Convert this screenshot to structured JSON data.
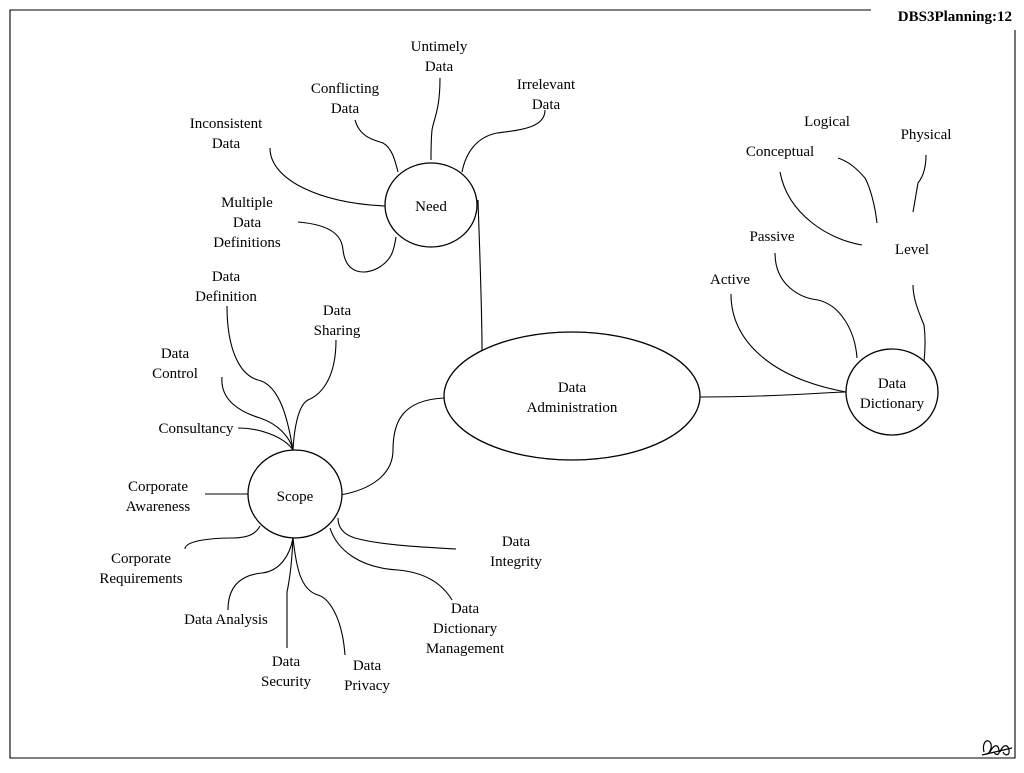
{
  "header": {
    "slide_id": "DBS3Planning:12"
  },
  "nodes": {
    "data_administration": [
      "Data",
      "Administration"
    ],
    "need": [
      "Need"
    ],
    "scope": [
      "Scope"
    ],
    "data_dictionary": [
      "Data",
      "Dictionary"
    ]
  },
  "need_branches": {
    "untimely_data": [
      "Untimely",
      "Data"
    ],
    "irrelevant_data": [
      "Irrelevant",
      "Data"
    ],
    "conflicting_data": [
      "Conflicting",
      "Data"
    ],
    "inconsistent_data": [
      "Inconsistent",
      "Data"
    ],
    "multiple_data_definitions": [
      "Multiple",
      "Data",
      "Definitions"
    ]
  },
  "scope_branches": {
    "data_definition": [
      "Data",
      "Definition"
    ],
    "data_sharing": [
      "Data",
      "Sharing"
    ],
    "data_control": [
      "Data",
      "Control"
    ],
    "consultancy": [
      "Consultancy"
    ],
    "corporate_awareness": [
      "Corporate",
      "Awareness"
    ],
    "corporate_requirements": [
      "Corporate",
      "Requirements"
    ],
    "data_analysis": [
      "Data Analysis"
    ],
    "data_security": [
      "Data",
      "Security"
    ],
    "data_privacy": [
      "Data",
      "Privacy"
    ],
    "data_dictionary_management": [
      "Data",
      "Dictionary",
      "Management"
    ],
    "data_integrity": [
      "Data",
      "Integrity"
    ]
  },
  "dictionary_branches": {
    "active": [
      "Active"
    ],
    "passive": [
      "Passive"
    ],
    "level": [
      "Level"
    ]
  },
  "level_branches": {
    "conceptual": [
      "Conceptual"
    ],
    "logical": [
      "Logical"
    ],
    "physical": [
      "Physical"
    ]
  }
}
